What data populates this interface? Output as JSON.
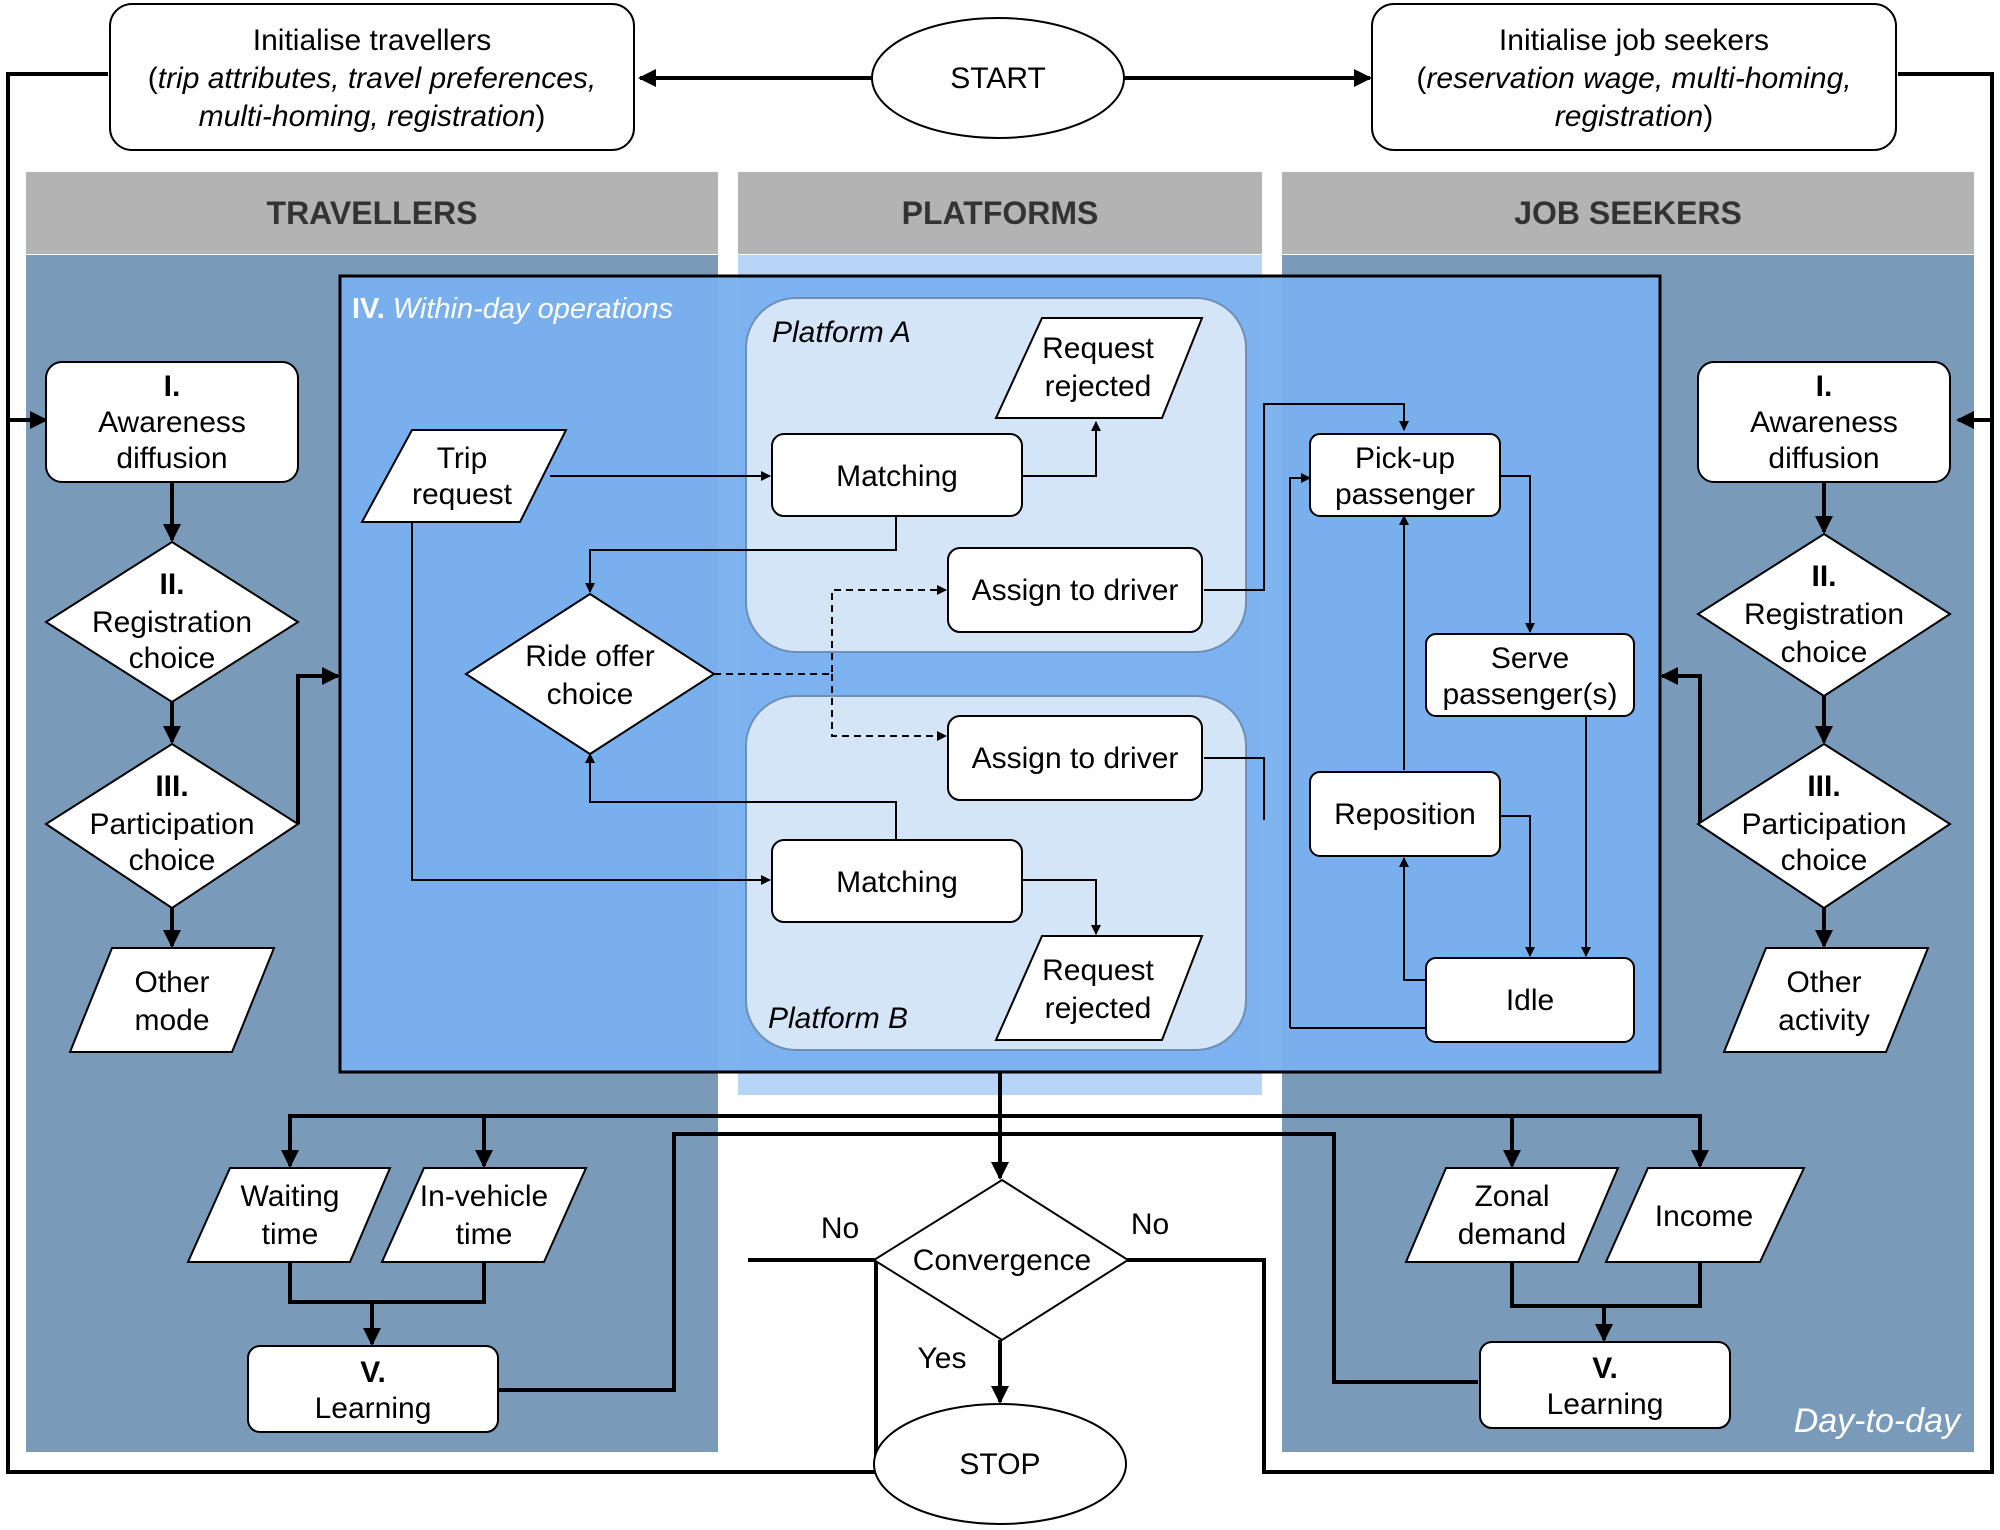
{
  "start": "START",
  "stop": "STOP",
  "init_travellers": {
    "line1": "Initialise travellers",
    "line2_open": "(",
    "line2_italic": "trip attributes, travel preferences,",
    "line3_italic": "multi-homing, registration",
    "line3_close": ")"
  },
  "init_jobseekers": {
    "line1": "Initialise job seekers",
    "line2_open": "(",
    "line2_italic": "reservation wage, multi-homing,",
    "line3_italic": "registration",
    "line3_close": ")"
  },
  "headers": {
    "travellers": "TRAVELLERS",
    "platforms": "PLATFORMS",
    "job_seekers": "JOB SEEKERS"
  },
  "day_to_day": "Day-to-day",
  "within_day": {
    "numeral": "IV.",
    "title": "Within-day operations"
  },
  "platform_a": "Platform A",
  "platform_b": "Platform B",
  "travellers": {
    "awareness": {
      "num": "I.",
      "l1": "Awareness",
      "l2": "diffusion"
    },
    "registration": {
      "num": "II.",
      "l1": "Registration",
      "l2": "choice"
    },
    "participation": {
      "num": "III.",
      "l1": "Participation",
      "l2": "choice"
    },
    "other": {
      "l1": "Other",
      "l2": "mode"
    },
    "waiting": {
      "l1": "Waiting",
      "l2": "time"
    },
    "invehicle": {
      "l1": "In-vehicle",
      "l2": "time"
    },
    "learning": {
      "num": "V.",
      "l1": "Learning"
    }
  },
  "job_seekers": {
    "awareness": {
      "num": "I.",
      "l1": "Awareness",
      "l2": "diffusion"
    },
    "registration": {
      "num": "II.",
      "l1": "Registration",
      "l2": "choice"
    },
    "participation": {
      "num": "III.",
      "l1": "Participation",
      "l2": "choice"
    },
    "other": {
      "l1": "Other",
      "l2": "activity"
    },
    "zonal": {
      "l1": "Zonal",
      "l2": "demand"
    },
    "income": "Income",
    "learning": {
      "num": "V.",
      "l1": "Learning"
    }
  },
  "ops": {
    "trip_request": {
      "l1": "Trip",
      "l2": "request"
    },
    "matching": "Matching",
    "request_rejected": {
      "l1": "Request",
      "l2": "rejected"
    },
    "assign_driver": "Assign to driver",
    "ride_offer": {
      "l1": "Ride offer",
      "l2": "choice"
    },
    "pickup": {
      "l1": "Pick-up",
      "l2": "passenger"
    },
    "serve": {
      "l1": "Serve",
      "l2": "passenger(s)"
    },
    "reposition": "Reposition",
    "idle": "Idle"
  },
  "convergence": "Convergence",
  "labels": {
    "no": "No",
    "yes": "Yes"
  },
  "colors": {
    "lane_background": "#7a9ab9",
    "within_day_background": "#78b0ee",
    "platform_background": "#dce9f8",
    "header_background": "#b3b3b3",
    "header_text": "#333333"
  }
}
